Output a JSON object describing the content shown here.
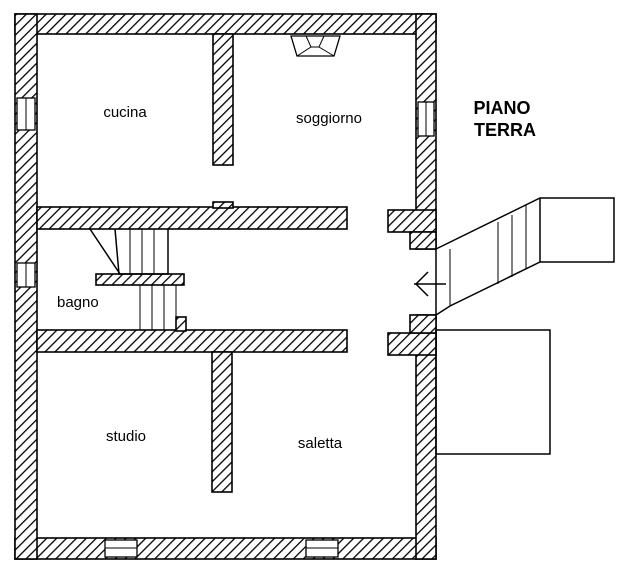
{
  "title": {
    "line1": "PIANO",
    "line2": "TERRA"
  },
  "rooms": {
    "cucina": "cucina",
    "soggiorno": "soggiorno",
    "bagno": "bagno",
    "studio": "studio",
    "saletta": "saletta"
  },
  "colors": {
    "ink": "#000000",
    "paper": "#ffffff"
  },
  "icons": {
    "entrance": "entrance-arrow-icon",
    "fireplace": "fireplace-icon"
  }
}
